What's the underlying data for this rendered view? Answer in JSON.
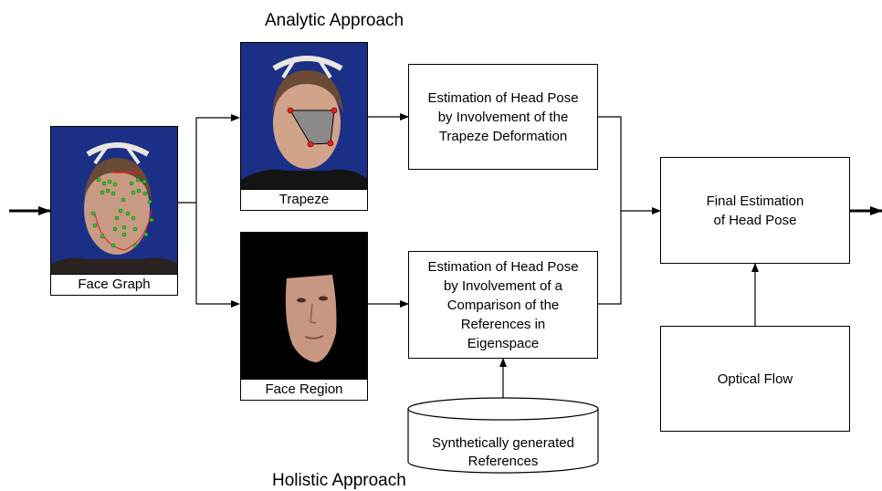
{
  "headings": {
    "analytic": "Analytic Approach",
    "holistic": "Holistic Approach"
  },
  "images": {
    "face_graph": "Face Graph",
    "trapeze": "Trapeze",
    "face_region": "Face Region"
  },
  "boxes": {
    "trapeze_estimation": "Estimation of Head Pose\nby Involvement of the\nTrapeze Deformation",
    "eigenspace_estimation": "Estimation of Head Pose\nby Involvement of a\nComparison of the\nReferences in\nEigenspace",
    "final_estimation": "Final Estimation\nof Head Pose",
    "optical_flow": "Optical Flow"
  },
  "database": {
    "label": "Synthetically generated\nReferences"
  },
  "colors": {
    "photo_background": "#1c2f86",
    "face_region_background": "#000000",
    "landmark_green": "#2bd12b",
    "landmark_red": "#e0201c",
    "trapeze_fill": "#8a8a8a"
  }
}
